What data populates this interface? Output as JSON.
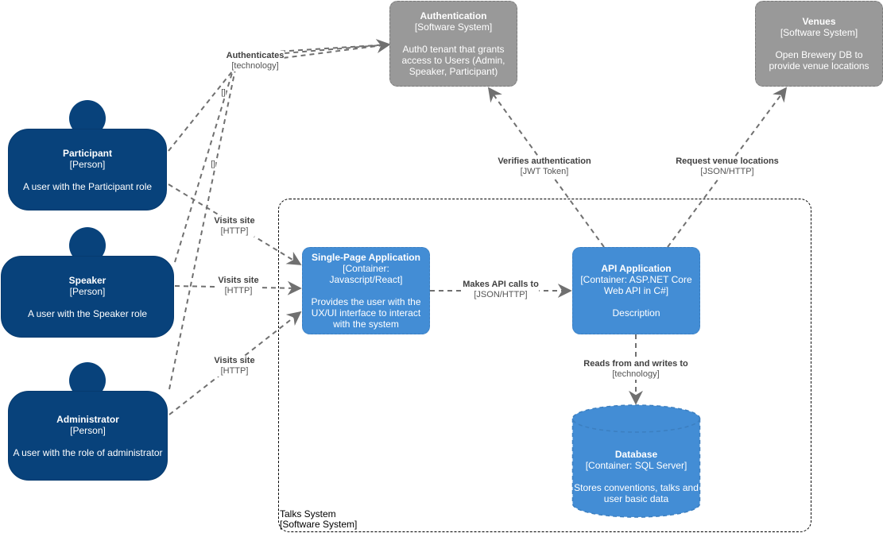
{
  "colors": {
    "person": "#08427b",
    "container": "#438dd5",
    "external": "#999999",
    "edge": "#707070"
  },
  "nodes": {
    "participant": {
      "name": "Participant",
      "type": "[Person]",
      "desc": "A user with the Participant role"
    },
    "speaker": {
      "name": "Speaker",
      "type": "[Person]",
      "desc": "A user with the Speaker role"
    },
    "administrator": {
      "name": "Administrator",
      "type": "[Person]",
      "desc": "A user with the role of administrator"
    },
    "authentication": {
      "name": "Authentication",
      "type": "[Software System]",
      "desc": "Auth0 tenant that grants access to Users (Admin, Speaker, Participant)"
    },
    "venues": {
      "name": "Venues",
      "type": "[Software System]",
      "desc": "Open Brewery DB to provide venue locations"
    },
    "spa": {
      "name": "Single-Page Application",
      "type": "[Container: Javascript/React]",
      "desc": "Provides the user with the UX/UI interface to interact with the system"
    },
    "api": {
      "name": "API Application",
      "type": "[Container: ASP.NET Core Web API in C#]",
      "desc": "Description"
    },
    "database": {
      "name": "Database",
      "type": "[Container: SQL Server]",
      "desc": "Stores conventions, talks and user basic data"
    }
  },
  "boundary": {
    "name": "Talks System",
    "type": "[Software System]"
  },
  "edges": {
    "authenticates": {
      "label": "Authenticates",
      "tech": "[technology]"
    },
    "auth_mark_1": "[]",
    "auth_mark_2": "[]",
    "visits_participant": {
      "label": "Visits site",
      "tech": "[HTTP]"
    },
    "visits_speaker": {
      "label": "Visits site",
      "tech": "[HTTP]"
    },
    "visits_admin": {
      "label": "Visits site",
      "tech": "[HTTP]"
    },
    "api_calls": {
      "label": "Makes API calls to",
      "tech": "[JSON/HTTP]"
    },
    "verifies": {
      "label": "Verifies authentication",
      "tech": "[JWT Token]"
    },
    "venues_req": {
      "label": "Request venue locations",
      "tech": "[JSON/HTTP]"
    },
    "db_rw": {
      "label": "Reads from and writes to",
      "tech": "[technology]"
    }
  }
}
